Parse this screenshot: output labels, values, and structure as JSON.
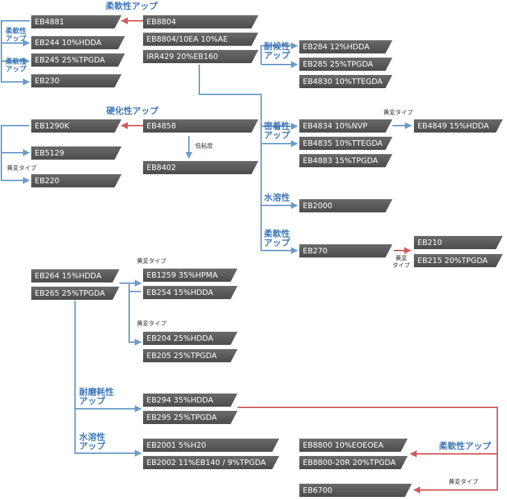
{
  "colors": {
    "blue": "#6b9ccc",
    "red": "#d35b5b",
    "box": "#5b5b5b",
    "label": "#3e78b8"
  },
  "boxes": [
    {
      "id": "eb4881",
      "text": "EB4881"
    },
    {
      "id": "eb244",
      "text": "EB244  10%HDDA"
    },
    {
      "id": "eb245",
      "text": "EB245  25%TPGDA"
    },
    {
      "id": "eb230",
      "text": "EB230"
    },
    {
      "id": "eb8804",
      "text": "EB8804"
    },
    {
      "id": "eb8804_10ea",
      "text": "EB8804/10EA  10%AE"
    },
    {
      "id": "irr429",
      "text": "IRR429          20%EB160"
    },
    {
      "id": "eb284",
      "text": "EB284  12%HDDA"
    },
    {
      "id": "eb285",
      "text": "EB285  25%TPGDA"
    },
    {
      "id": "eb4830",
      "text": "EB4830  10%TTEGDA"
    },
    {
      "id": "eb1290k",
      "text": "EB1290K"
    },
    {
      "id": "eb4858",
      "text": "EB4858"
    },
    {
      "id": "eb5129",
      "text": "EB5129"
    },
    {
      "id": "eb8402",
      "text": "EB8402"
    },
    {
      "id": "eb220",
      "text": "EB220"
    },
    {
      "id": "eb4834",
      "text": "EB4834  10%NVP"
    },
    {
      "id": "eb4849",
      "text": "EB4849  15%HDDA"
    },
    {
      "id": "eb4835",
      "text": "EB4835  10%TTEGDA"
    },
    {
      "id": "eb4883",
      "text": "EB4883  15%TPGDA"
    },
    {
      "id": "eb2000",
      "text": "EB2000"
    },
    {
      "id": "eb270",
      "text": "EB270"
    },
    {
      "id": "eb210",
      "text": "EB210"
    },
    {
      "id": "eb215",
      "text": "EB215  20%TPGDA"
    },
    {
      "id": "eb264",
      "text": "EB264  15%HDDA"
    },
    {
      "id": "eb265",
      "text": "EB265  25%TPGDA"
    },
    {
      "id": "eb1259",
      "text": "EB1259  35%HPMA"
    },
    {
      "id": "eb254",
      "text": "EB254     15%HDDA"
    },
    {
      "id": "eb204",
      "text": "EB204  25%HDDA"
    },
    {
      "id": "eb205",
      "text": "EB205  25%TPGDA"
    },
    {
      "id": "eb294",
      "text": "EB294  35%HDDA"
    },
    {
      "id": "eb295",
      "text": "EB295  25%TPGDA"
    },
    {
      "id": "eb2001",
      "text": "EB2001  5%H20"
    },
    {
      "id": "eb2002",
      "text": "EB2002  11%EB140 / 9%TPGDA"
    },
    {
      "id": "eb8800",
      "text": "EB8800  10%EOEOEA"
    },
    {
      "id": "eb8800_20r",
      "text": "EB8800-20R  20%TPGDA"
    },
    {
      "id": "eb6700",
      "text": "EB6700"
    }
  ],
  "labels": {
    "flex_top": "柔軟性アップ",
    "flex_small_1": "柔軟性\nアップ",
    "flex_small_2": "柔軟性\nアップ",
    "hard": "硬化性アップ",
    "weather": "耐候性\nアップ",
    "adhesion": "密着性\nアップ",
    "water": "水溶性",
    "flex_mid": "柔軟性\nアップ",
    "wear": "耐磨耗性\nアップ",
    "water2": "水溶性\nアップ",
    "flex_bottom": "柔軟性アップ"
  },
  "notes": {
    "low_visc": "低粘度",
    "yellow_1": "黄変タイプ",
    "yellow_2": "黄変タイプ",
    "yellow_3": "黄変\nタイプ",
    "yellow_4": "黄変タイプ",
    "yellow_5": "黄変タイプ",
    "yellow_6": "黄変タイプ"
  }
}
